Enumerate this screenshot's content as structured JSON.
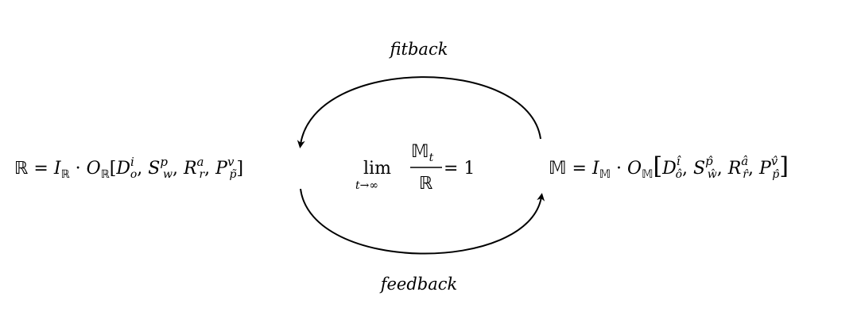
{
  "top_label": "fitback",
  "bottom_label": "feedback",
  "left": {
    "bb": "ℝ",
    "eq": " = ",
    "I": "I",
    "I_sub": "ℝ",
    "dot": " · ",
    "O": "O",
    "O_sub": "ℝ",
    "open_bracket": "[",
    "terms": [
      {
        "base": "D",
        "sup": "i",
        "sub": "o"
      },
      {
        "base": "S",
        "sup": "p",
        "sub": "w"
      },
      {
        "base": "R",
        "sup": "a",
        "sub": "r"
      },
      {
        "base": "P",
        "sup": "v",
        "sub": "p̃"
      }
    ],
    "close_bracket": "]",
    "sep": ", "
  },
  "center": {
    "lim": "lim",
    "lim_sub": "t→∞",
    "numer": "𝕄",
    "numer_sub": "t",
    "denom": "ℝ",
    "eq": " = 1"
  },
  "right": {
    "bb": "𝕄",
    "eq": " = ",
    "I": "I",
    "I_sub": "𝕄",
    "dot": " · ",
    "O": "O",
    "O_sub": "𝕄",
    "open_bracket": "[",
    "terms": [
      {
        "base": "D",
        "sup": "î",
        "sub": "ô"
      },
      {
        "base": "S",
        "sup": "p̂",
        "sub": "ŵ"
      },
      {
        "base": "R",
        "sup": "â",
        "sub": "r̂"
      },
      {
        "base": "P",
        "sup": "v̂",
        "sub": "p̂"
      }
    ],
    "close_bracket": "]",
    "sep": ", "
  }
}
